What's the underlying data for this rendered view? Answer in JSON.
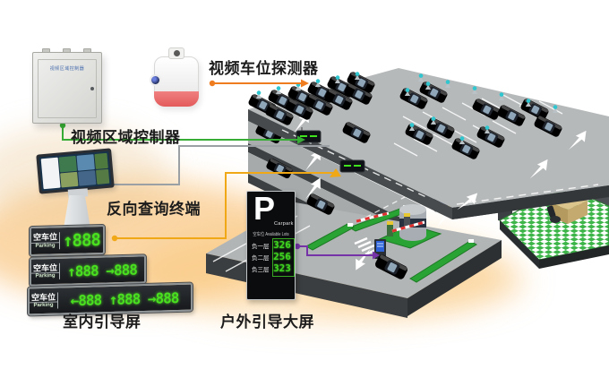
{
  "labels": {
    "detector": "视频车位探测器",
    "controller": "视频区域控制器",
    "kiosk": "反向查询终端",
    "indoor_screens": "室内引导屏",
    "outdoor_screen": "户外引导大屏"
  },
  "controller_box_text": "视频区域控制器",
  "indoor_panels": [
    {
      "zh": "空车位",
      "en": "Parking",
      "display": "↑888"
    },
    {
      "zh": "空车位",
      "en": "Parking",
      "display": "↑888 →888"
    },
    {
      "zh": "空车位",
      "en": "Parking",
      "display": "←888 ↑888 →888"
    }
  ],
  "outdoor_sign": {
    "letter": "P",
    "brand": "Carpark",
    "subtitle": "空车位 Available Lots",
    "rows": [
      {
        "floor": "负一层",
        "count": "326"
      },
      {
        "floor": "负二层",
        "count": "256"
      },
      {
        "floor": "负三层",
        "count": "323"
      }
    ]
  },
  "colors": {
    "line_orange": "#ef7c1e",
    "line_green": "#38ad35",
    "line_gray": "#9aa0a4",
    "line_yellow": "#f0a816",
    "line_purple": "#7633a8",
    "led_green": "#49e01f",
    "sign_led_green": "#3fd41f",
    "median_green": "#2aa335",
    "detector_teal": "#2fc6cf"
  }
}
